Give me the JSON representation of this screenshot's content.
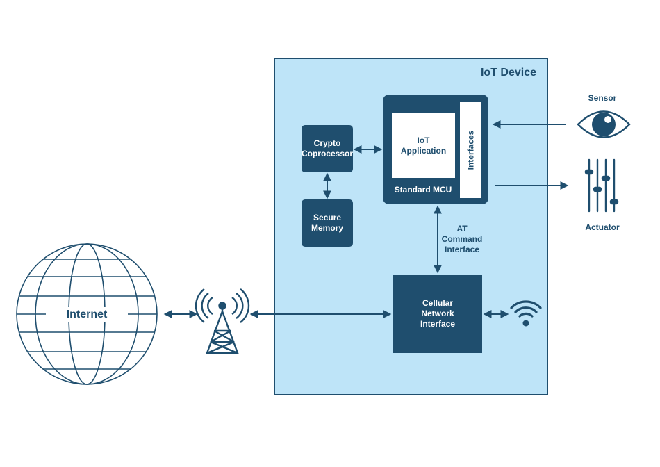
{
  "device": {
    "title": "IoT Device"
  },
  "blocks": {
    "crypto": "Crypto\nCoprocessor",
    "secure_memory": "Secure\nMemory",
    "app": "IoT\nApplication",
    "interfaces": "Interfaces",
    "mcu": "Standard MCU",
    "cellular": "Cellular\nNetwork\nInterface"
  },
  "labels": {
    "at_command": "AT\nCommand\nInterface",
    "sensor": "Sensor",
    "actuator": "Actuator",
    "internet": "Internet"
  },
  "icons": [
    "globe-icon",
    "cell-tower-icon",
    "wifi-icon",
    "eye-icon",
    "slider-icon"
  ],
  "colors": {
    "primary": "#1f4e6e",
    "panel": "#bee4f8"
  }
}
